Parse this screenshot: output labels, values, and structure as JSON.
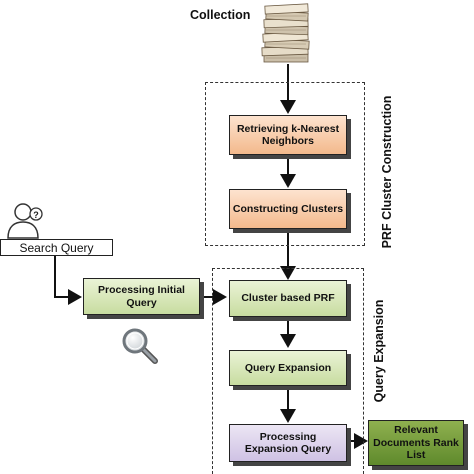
{
  "source": {
    "label": "Collection",
    "icon": "document-stack-icon"
  },
  "user": {
    "icon": "user-question-icon",
    "search_query": "Search Query"
  },
  "groups": {
    "prf_cluster_construction": "PRF Cluster Construction",
    "query_expansion": "Query Expansion"
  },
  "steps": {
    "knn": "Retrieving k-Nearest Neighbors",
    "clusters": "Constructing Clusters",
    "initial_query": "Processing Initial Query",
    "cluster_prf": "Cluster based PRF",
    "query_expansion": "Query Expansion",
    "expansion_query": "Processing Expansion Query",
    "rank_list": "Relevant Documents Rank List"
  },
  "icons": {
    "search": "magnifier-icon"
  },
  "colors": {
    "construction_boxes": "#f3b98c",
    "expansion_boxes": "#c8dca0",
    "processing_box": "#cfc2e4",
    "output_box": "#6b8f35"
  }
}
